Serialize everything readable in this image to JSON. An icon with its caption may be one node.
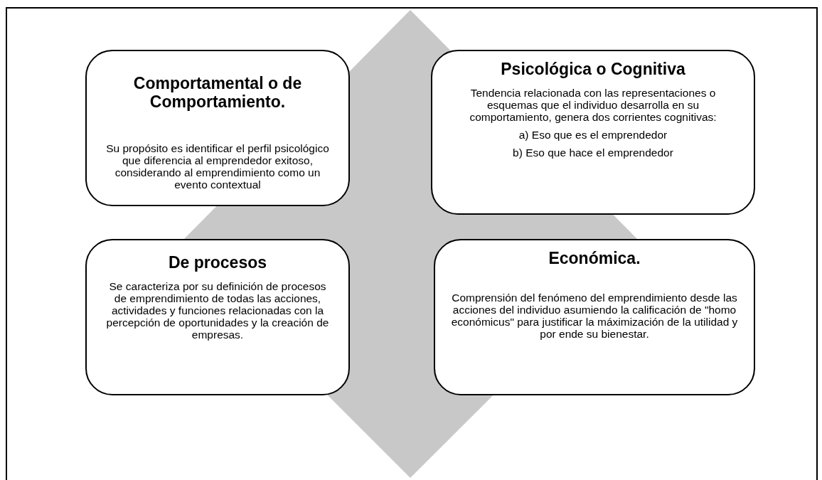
{
  "diagram": {
    "nodes": [
      {
        "text": [
          "Comportamental  o de Comportamiento.",
          "Su propósito es identificar  el perfil psicológico que diferencia al emprendedor exitoso, considerando al emprendimiento como un evento contextual"
        ]
      },
      {
        "text": [
          "Psicológica o Cognitiva",
          "Tendencia relacionada con las representaciones o esquemas que el individuo desarrolla en su comportamiento, genera dos corrientes cognitivas:",
          "a) Eso que es el emprendedor",
          "b) Eso que hace el emprendedor"
        ]
      },
      {
        "text": [
          "De procesos",
          "Se caracteriza por su definición de procesos de emprendimiento de todas las acciones, actividades y funciones relacionadas con la percepción de oportunidades y la creación de empresas."
        ]
      },
      {
        "text": [
          "Económica.",
          "Comprensión del  fenómeno del emprendimiento desde las acciones del individuo asumiendo la calificación de \"homo económicus\" para justificar  la máximización de la utilidad y por ende su bienestar."
        ]
      }
    ]
  }
}
